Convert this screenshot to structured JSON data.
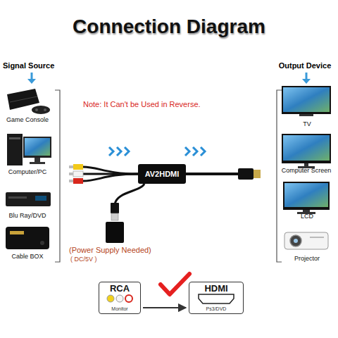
{
  "diagram": {
    "title": "Connection Diagram",
    "nodes": [
      {
        "text": [
          "AV2HDMI"
        ]
      },
      {
        "text": [
          "RCA",
          "Monitor"
        ]
      },
      {
        "text": [
          "HDMI",
          "Ps3/DVD"
        ]
      }
    ],
    "edges": [
      {
        "from": 1,
        "to": 2,
        "arrow": "to"
      }
    ],
    "labels": [
      "Signal Source",
      "Game Console",
      "Computer/PC",
      "Blu Ray/DVD",
      "Cable BOX",
      "Output Device",
      "TV",
      "Computer Screen",
      "LCD",
      "Projector",
      "Note: It Can't be Used in Reverse.",
      "(Power Supply Needed)",
      "( DC/5V )"
    ]
  }
}
